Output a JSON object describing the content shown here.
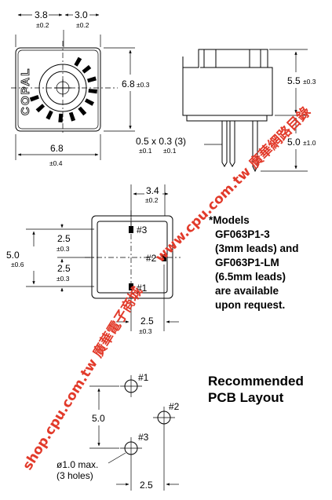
{
  "top_view": {
    "width_left": "3.8",
    "width_left_tol": "±0.2",
    "width_right": "3.0",
    "width_right_tol": "±0.2",
    "height": "6.8",
    "height_tol": "±0.3",
    "width": "6.8",
    "width_tol": "±0.4",
    "logo_text": "COPAL"
  },
  "side_view": {
    "height_body": "5.5",
    "height_body_tol": "±0.3",
    "lead_len": "5.0",
    "lead_len_tol": "±1.0",
    "lead_size": "0.5 x 0.3 (3)",
    "lead_tol_a": "±0.1",
    "lead_tol_b": "±0.1"
  },
  "bottom_view": {
    "top_dim": "3.4",
    "top_dim_tol": "±0.2",
    "overall": "5.0",
    "overall_tol": "±0.6",
    "pitch_a": "2.5",
    "pitch_a_tol": "±0.3",
    "pitch_b": "2.5",
    "pitch_b_tol": "±0.3",
    "bottom_dim": "2.5",
    "bottom_dim_tol": "±0.3",
    "pin1": "#1",
    "pin2": "#2",
    "pin3": "#3"
  },
  "note": {
    "lines": [
      "*Models",
      "GF063P1-3",
      "(3mm leads) and",
      "GF063P1-LM",
      "(6.5mm leads)",
      "are available",
      "upon request."
    ]
  },
  "pcb": {
    "title_lines": [
      "Recommended",
      "PCB Layout"
    ],
    "pitch_v": "5.0",
    "pitch_h": "2.5",
    "hole_note_1": "ø1.0 max.",
    "hole_note_2": "(3 holes)",
    "pin1": "#1",
    "pin2": "#2",
    "pin3": "#3"
  },
  "watermark": {
    "vertical": "shop.cpu.com.tw 廣華電子商城",
    "diagonal": "www.cpu.com.tw 廣華網路目錄"
  }
}
